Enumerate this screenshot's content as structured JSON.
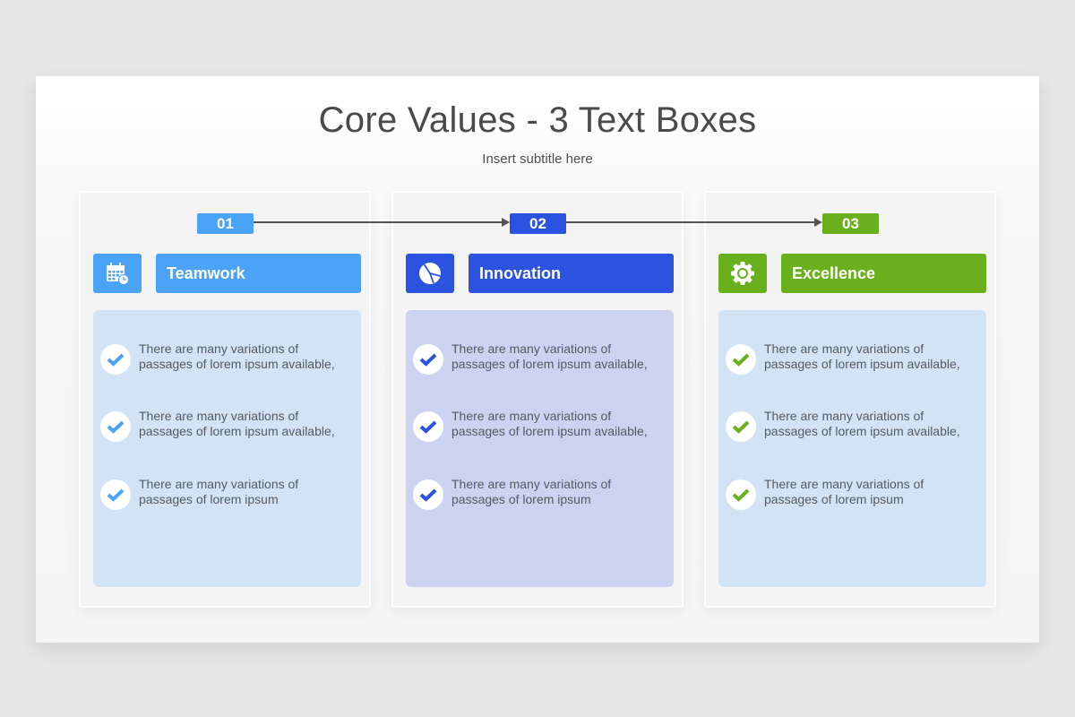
{
  "slide": {
    "title": "Core Values - 3 Text Boxes",
    "subtitle": "Insert subtitle here"
  },
  "colors": {
    "teamwork": "#4aa3f7",
    "innovation": "#2c52e0",
    "excellence": "#6aaf1c",
    "connector": "#555555",
    "body_text": "#555a60"
  },
  "cards": [
    {
      "number": "01",
      "heading": "Teamwork",
      "icon": "calendar-clock-icon",
      "items": [
        {
          "line1": "There are many variations of",
          "line2": "passages of lorem ipsum available,"
        },
        {
          "line1": "There are many variations of",
          "line2": "passages of lorem ipsum available,"
        },
        {
          "line1": "There are many variations of",
          "line2": "passages of lorem ipsum"
        }
      ]
    },
    {
      "number": "02",
      "heading": "Innovation",
      "icon": "pie-chart-icon",
      "items": [
        {
          "line1": "There are many variations of",
          "line2": "passages of lorem ipsum available,"
        },
        {
          "line1": "There are many variations of",
          "line2": "passages of lorem ipsum available,"
        },
        {
          "line1": "There are many variations of",
          "line2": "passages of lorem ipsum"
        }
      ]
    },
    {
      "number": "03",
      "heading": "Excellence",
      "icon": "gear-icon",
      "items": [
        {
          "line1": "There are many variations of",
          "line2": "passages of lorem ipsum available,"
        },
        {
          "line1": "There are many variations of",
          "line2": "passages of lorem ipsum available,"
        },
        {
          "line1": "There are many variations of",
          "line2": "passages of lorem ipsum"
        }
      ]
    }
  ]
}
